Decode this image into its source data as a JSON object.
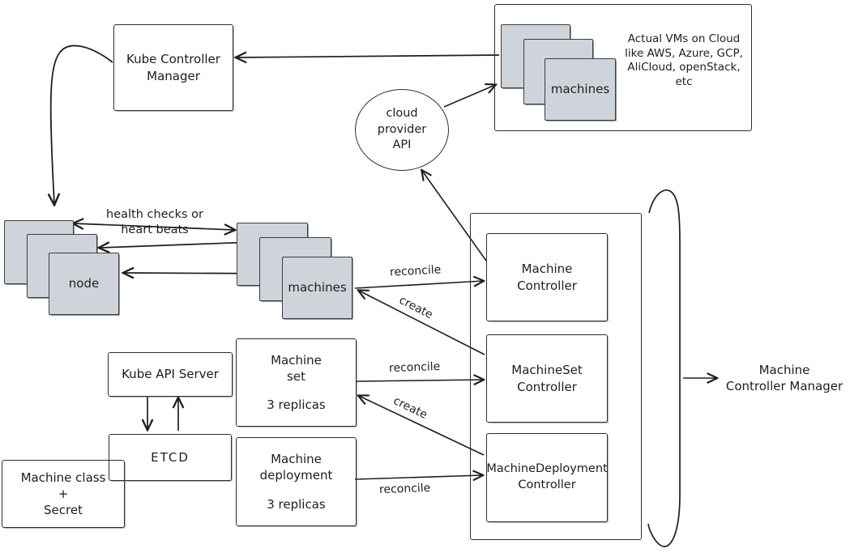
{
  "colors": {
    "ink": "#1e1e1e",
    "square_fill": "#ced4da",
    "background": "#ffffff"
  },
  "boxes": {
    "kube_controller_manager": {
      "label": "Kube Controller Manager"
    },
    "kube_api_server": {
      "label": "Kube API Server"
    },
    "etcd": {
      "label": "ETCD"
    },
    "machine_class_secret": {
      "line1": "Machine class",
      "line2": "+",
      "line3": "Secret"
    },
    "machine_set": {
      "line1": "Machine",
      "line2": "set",
      "replicas": "3 replicas"
    },
    "machine_deployment": {
      "line1": "Machine",
      "line2": "deployment",
      "replicas": "3 replicas"
    },
    "machine_controller": {
      "line1": "Machine",
      "line2": "Controller"
    },
    "machineset_controller": {
      "line1": "MachineSet",
      "line2": "Controller"
    },
    "machinedeployment_controller": {
      "line1": "MachineDeployment",
      "line2": "Controller"
    }
  },
  "stacks": {
    "node": {
      "label": "node"
    },
    "machines": {
      "label": "machines"
    },
    "cloud_vms": {
      "label": "machines"
    }
  },
  "cloud_provider_api": {
    "line1": "cloud",
    "line2": "provider",
    "line3": "API"
  },
  "vms_note": {
    "line1": "Actual VMs on Cloud",
    "line2": "like AWS, Azure, GCP,",
    "line3": "AliCloud, openStack, etc"
  },
  "machine_controller_manager_label": {
    "line1": "Machine",
    "line2": "Controller Manager"
  },
  "edge_labels": {
    "health_line1": "health checks or",
    "health_line2": "heart beats",
    "machines_reconcile": "reconcile",
    "machines_create": "create",
    "machineset_reconcile": "reconcile",
    "machineset_create": "create",
    "machinedeployment_reconcile": "reconcile"
  }
}
